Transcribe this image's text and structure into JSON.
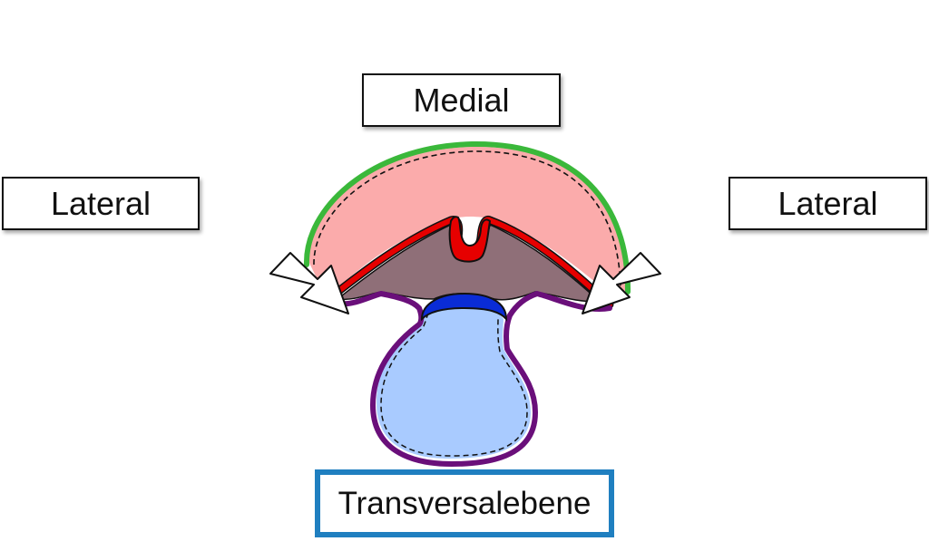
{
  "labels": {
    "medial": "Medial",
    "lateral_left": "Lateral",
    "lateral_right": "Lateral",
    "plane": "Transversalebene"
  },
  "colors": {
    "amnion_fill": "#fbabab",
    "amnion_outline": "#3ab83a",
    "neural_plate": "#e60000",
    "mesoderm_fill": "#8f6f78",
    "yolk_sac_fill": "#a9cbff",
    "yolk_outline": "#6a0f7a",
    "notochord": "#0a2cd6",
    "plane_border": "#1f7fc0"
  },
  "arrows": {
    "left_direction": "inward",
    "right_direction": "inward"
  }
}
